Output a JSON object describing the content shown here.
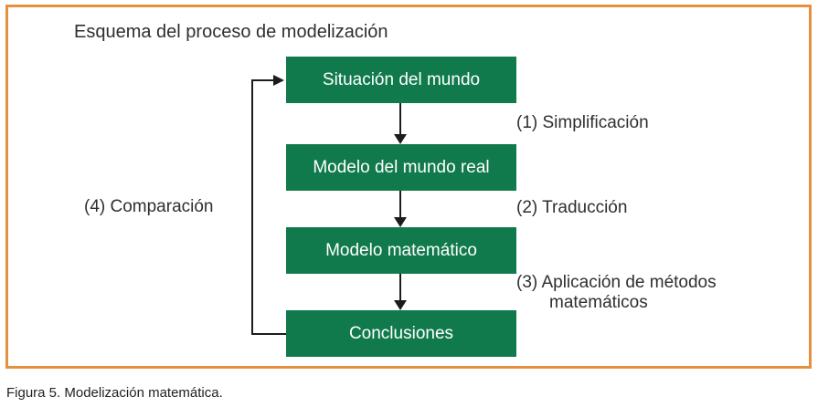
{
  "figure": {
    "title": "Esquema del proceso de modelización",
    "caption": "Figura 5. Modelización matemática.",
    "boxes": [
      {
        "label": "Situación del mundo"
      },
      {
        "label": "Modelo del mundo real"
      },
      {
        "label": "Modelo matemático"
      },
      {
        "label": "Conclusiones"
      }
    ],
    "steps": [
      {
        "text": "(1) Simplificación"
      },
      {
        "text": "(2) Traducción"
      },
      {
        "text": "(3) Aplicación de métodos",
        "text_line2": "matemáticos"
      },
      {
        "text": "(4) Comparación"
      }
    ],
    "colors": {
      "box-green": "#117a4c",
      "frame-orange": "#e6913f",
      "text-dark": "#2f2f2f",
      "box-text": "#ffffff",
      "arrow-black": "#1c1c1c"
    }
  }
}
